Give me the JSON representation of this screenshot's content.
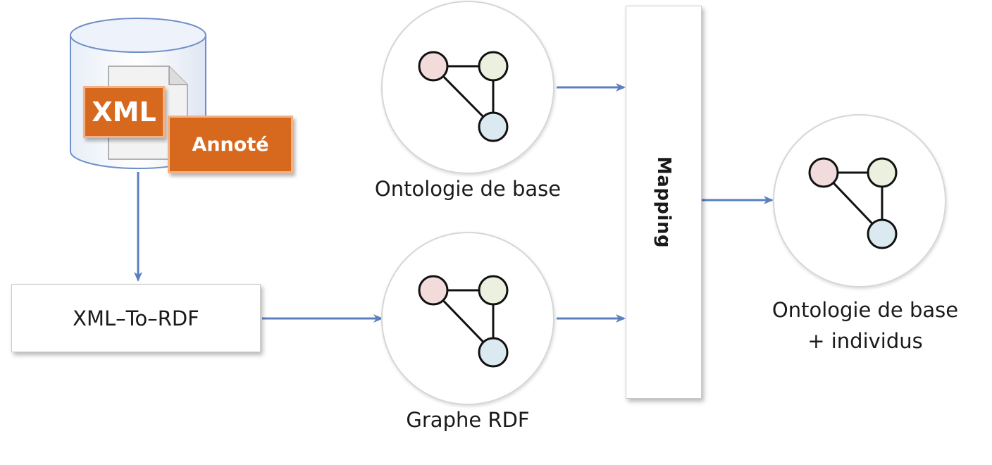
{
  "source": {
    "file_badge": "XML",
    "annotation_badge": "Annoté"
  },
  "converter": {
    "label": "XML–To–RDF"
  },
  "base_ontology": {
    "label": "Ontologie de base"
  },
  "rdf_graph": {
    "label": "Graphe RDF"
  },
  "mapping": {
    "label": "Mapping"
  },
  "result": {
    "label_line1": "Ontologie de base",
    "label_line2": "+ individus"
  },
  "colors": {
    "arrow": "#5b7fbf",
    "node_pink": "#f2dcdb",
    "node_green": "#ebf1de",
    "node_blue": "#dbe9f1",
    "badge_orange": "#d7691f"
  }
}
